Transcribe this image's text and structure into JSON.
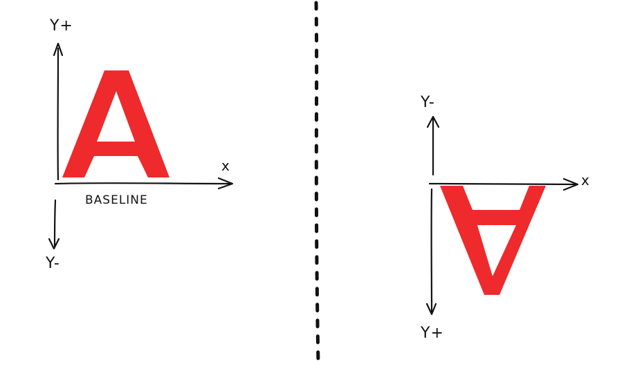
{
  "panels": {
    "left": {
      "letter": "A",
      "y_axis_positive_label": "Y+",
      "y_axis_negative_label": "Y-",
      "x_axis_label": "x",
      "baseline_label": "BASELINE"
    },
    "right": {
      "letter": "A",
      "y_axis_negative_label": "Y-",
      "y_axis_positive_label": "Y+",
      "x_axis_label": "x"
    }
  },
  "colors": {
    "letter": "#ee2a2c",
    "ink": "#111111",
    "background": "#ffffff"
  }
}
